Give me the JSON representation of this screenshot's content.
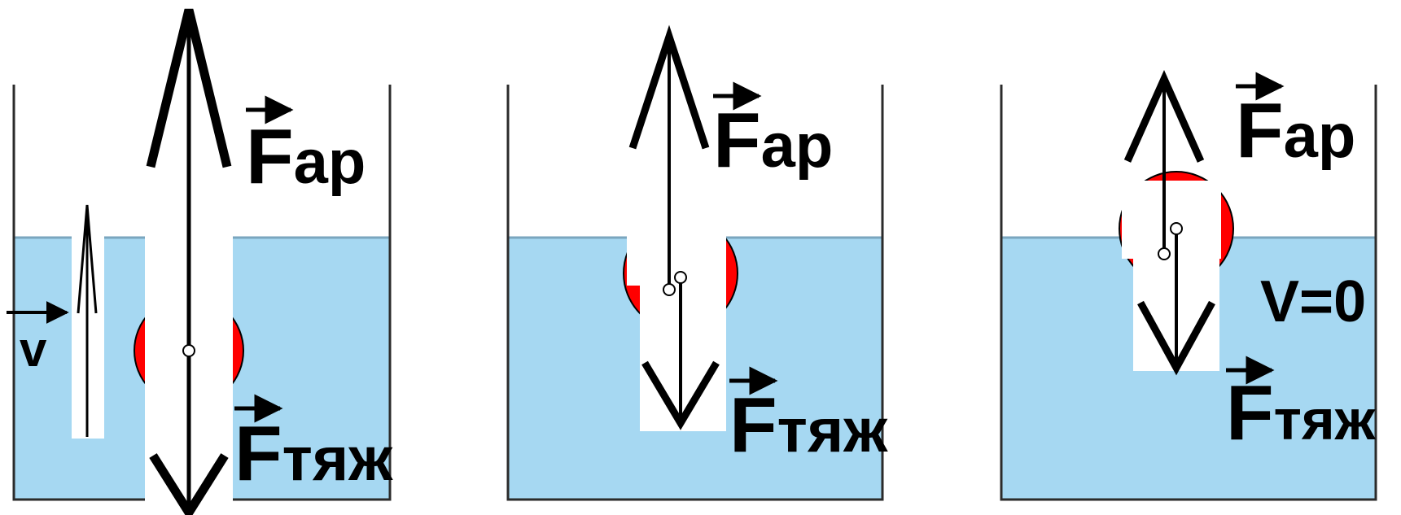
{
  "colors": {
    "water": "#a6d8f2",
    "water_surface": "#7aa6bf",
    "container_wall": "#2b2b2b",
    "ball": "#ff0000",
    "arrow": "#000000",
    "mask": "#ffffff",
    "background": "#ffffff"
  },
  "labels": {
    "force_symbol": "F",
    "archimedes_subscript": "ар",
    "gravity_subscript": "тяж",
    "velocity_symbol": "v",
    "zero_velocity": "V=0"
  },
  "panels": [
    {
      "id": "left",
      "force_up_label": "Fар",
      "force_down_label": "Fтяж",
      "velocity_label": "v"
    },
    {
      "id": "middle",
      "force_up_label": "Fар",
      "force_down_label": "Fтяж"
    },
    {
      "id": "right",
      "force_up_label": "Fар",
      "force_down_label": "Fтяж",
      "state_label": "V=0"
    }
  ]
}
